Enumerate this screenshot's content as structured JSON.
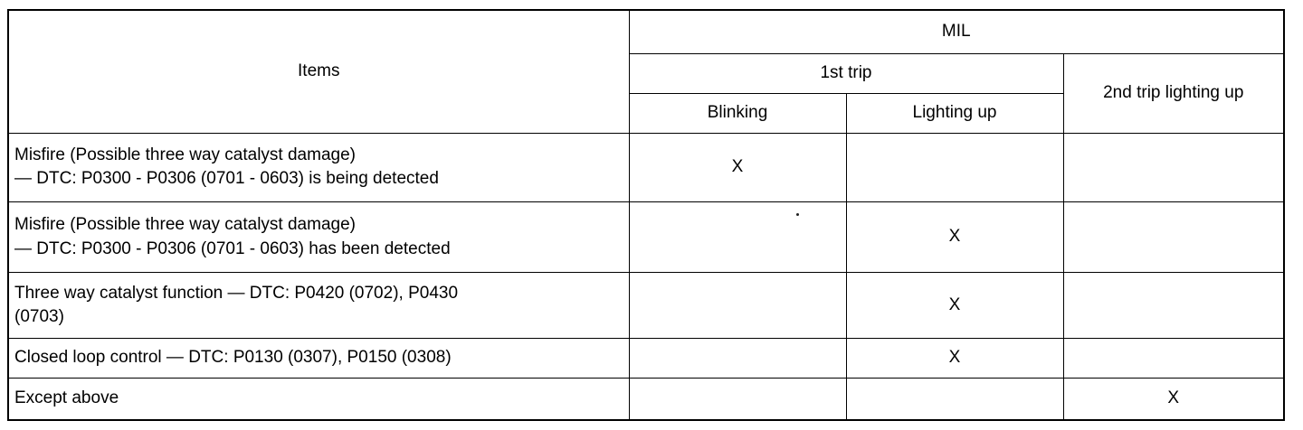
{
  "header": {
    "items": "Items",
    "mil": "MIL",
    "first_trip": "1st trip",
    "blinking": "Blinking",
    "lighting_up": "Lighting up",
    "second_trip": "2nd trip lighting up"
  },
  "rows": [
    {
      "item_line1": "Misfire (Possible three way catalyst damage)",
      "item_line2": "— DTC: P0300 - P0306 (0701 - 0603) is being detected",
      "blinking": "X",
      "lighting_up": "",
      "second_trip": ""
    },
    {
      "item_line1": "Misfire (Possible three way catalyst damage)",
      "item_line2": "— DTC: P0300 - P0306 (0701 - 0603) has been detected",
      "blinking": "",
      "lighting_up": "X",
      "second_trip": ""
    },
    {
      "item_line1": "Three way catalyst function — DTC: P0420 (0702), P0430",
      "item_line2": "(0703)",
      "blinking": "",
      "lighting_up": "X",
      "second_trip": ""
    },
    {
      "item_line1": "Closed loop control — DTC: P0130 (0307), P0150 (0308)",
      "item_line2": "",
      "blinking": "",
      "lighting_up": "X",
      "second_trip": ""
    },
    {
      "item_line1": "Except above",
      "item_line2": "",
      "blinking": "",
      "lighting_up": "",
      "second_trip": "X"
    }
  ]
}
